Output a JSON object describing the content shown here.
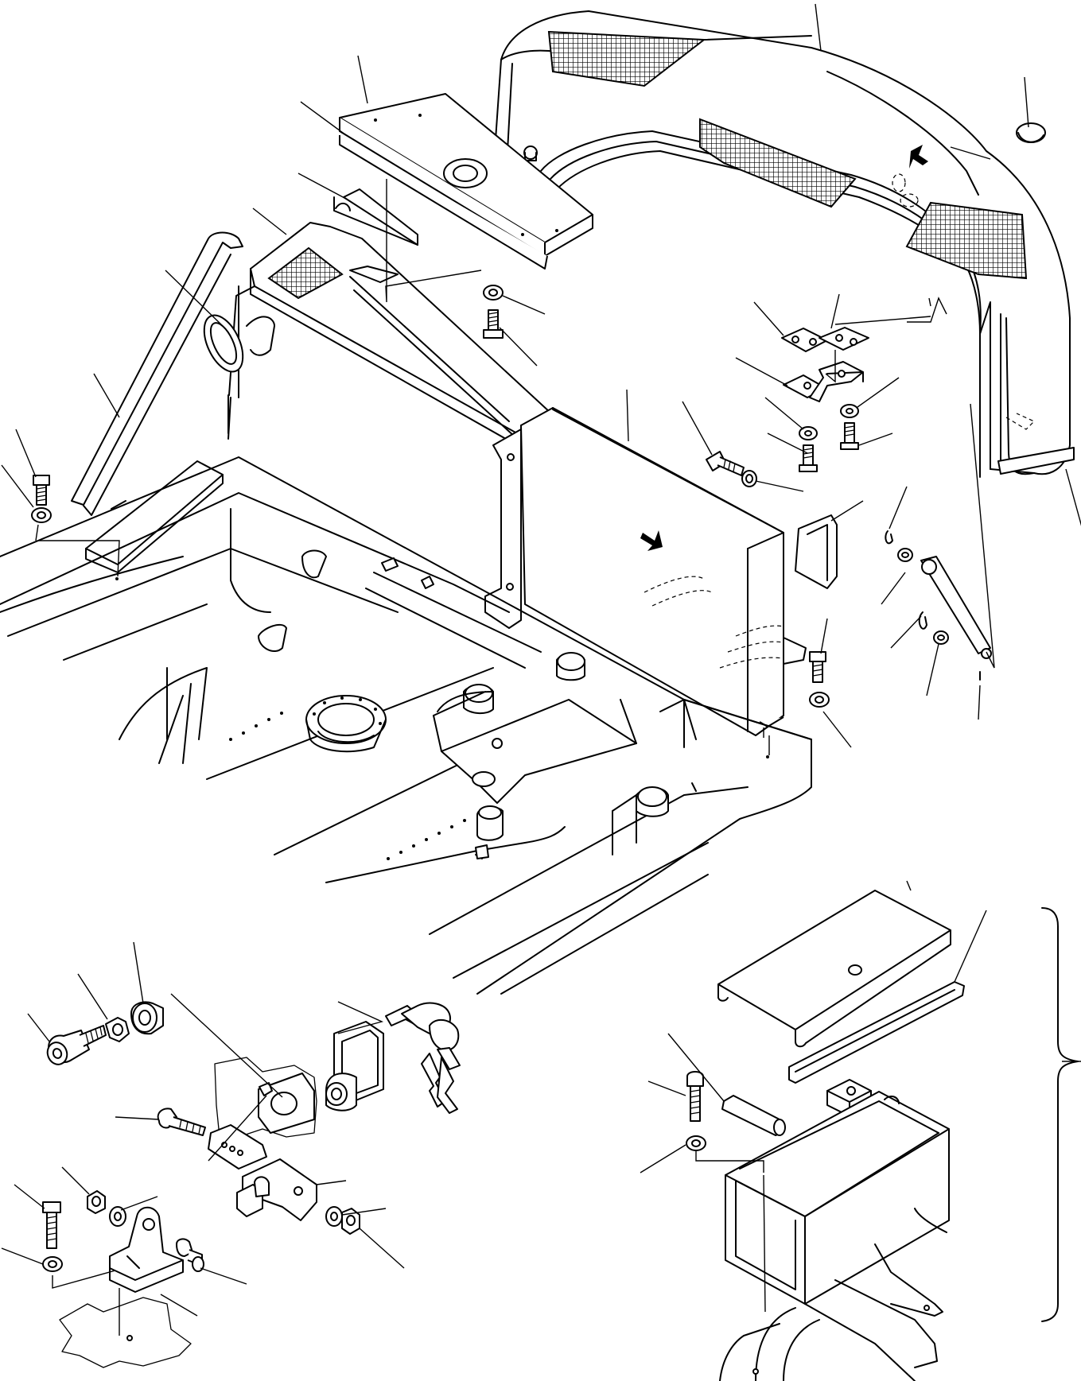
{
  "diagram": {
    "kind": "exploded-parts-view",
    "text_labels": [],
    "subassemblies": [
      "engine-hood-assembly",
      "radiator-cover",
      "tank-cover-panel",
      "lock-and-latch-detail",
      "toolbox-detail"
    ],
    "colors": {
      "line": "#000000",
      "background": "#ffffff"
    }
  }
}
